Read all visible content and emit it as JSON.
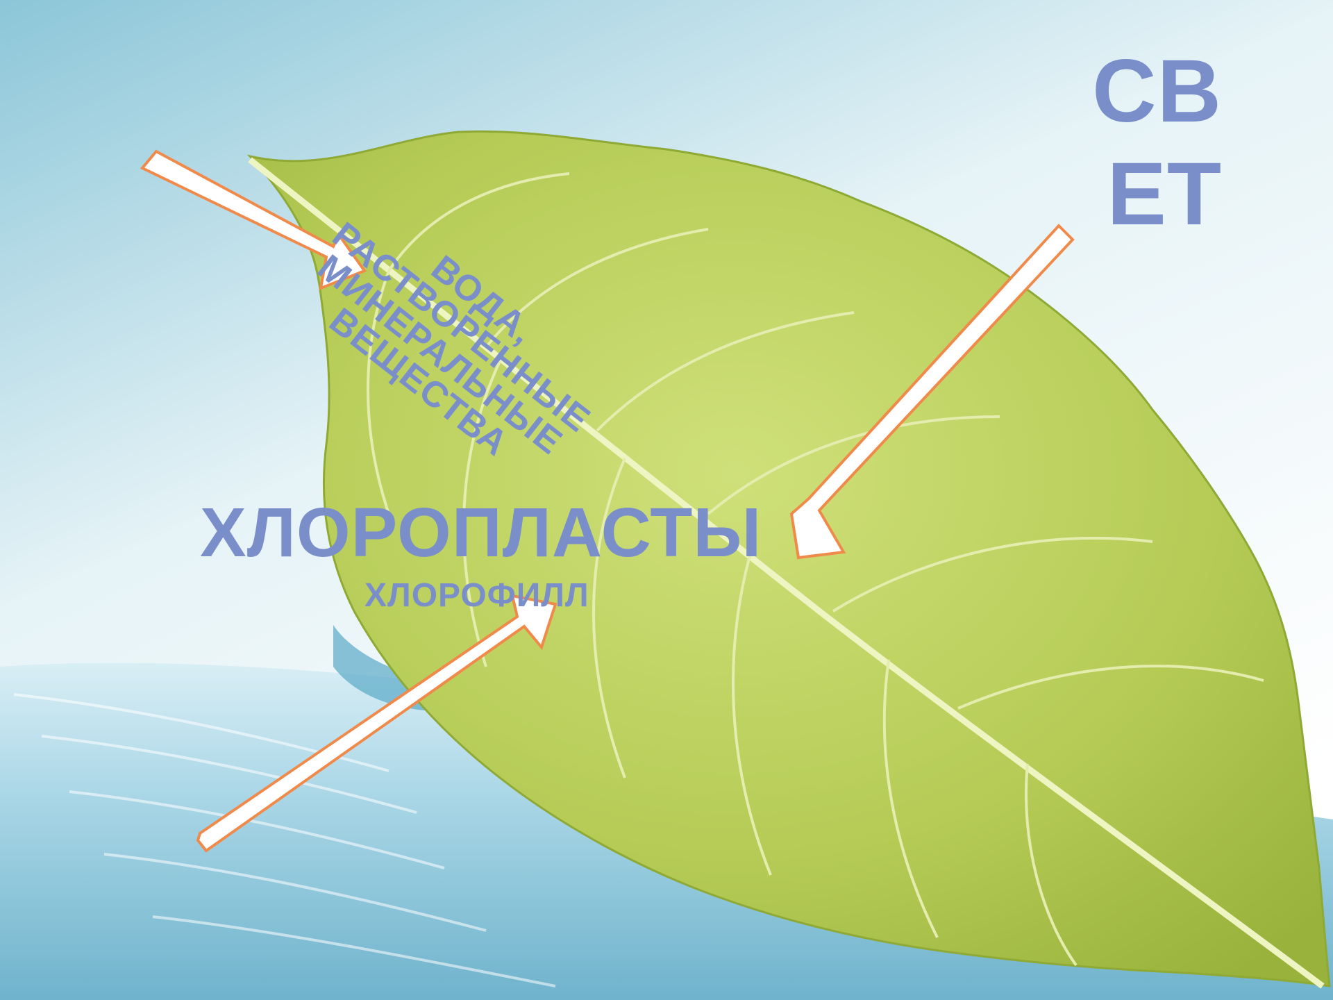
{
  "labels": {
    "light": "СВЕТ",
    "water_line1": "ВОДА,",
    "water_line2": "РАСТВОРЕННЫЕ",
    "water_line3": "МИНЕРАЛЬНЫЕ",
    "water_line4": "ВЕЩЕСТВА",
    "chloroplasts": "ХЛОРОПЛАСТЫ",
    "chlorophyll": "ХЛОРОФИЛЛ"
  },
  "colors": {
    "label_text": "#7a8fca",
    "arrow_outline": "#f08a4b",
    "arrow_fill": "#ffffff",
    "leaf_main": "#b9cf5a",
    "leaf_dark": "#9ab33a",
    "vein": "#e9f0b0",
    "water": "#8fc9dd"
  }
}
